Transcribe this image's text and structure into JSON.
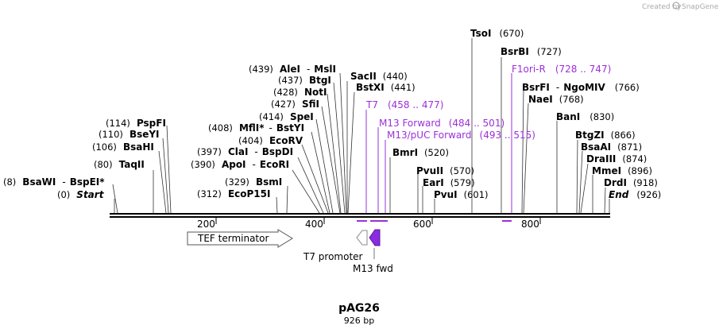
{
  "credit": {
    "text": "Created by",
    "brand": "SnapGene"
  },
  "plasmid": {
    "name": "pAG26",
    "length_label": "926 bp"
  },
  "ruler": {
    "ticks": [
      "200",
      "400",
      "600",
      "800"
    ]
  },
  "sites": [
    {
      "name": "Start",
      "pos": "(0)",
      "ital": true
    },
    {
      "name": "BsaWI",
      "pos": "(8)",
      "extra": "BspEI",
      "star": true
    },
    {
      "name": "TaqII",
      "pos": "(80)"
    },
    {
      "name": "BsaHI",
      "pos": "(106)"
    },
    {
      "name": "BseYI",
      "pos": "(110)"
    },
    {
      "name": "PspFI",
      "pos": "(114)"
    },
    {
      "name": "EcoP15I",
      "pos": "(312)"
    },
    {
      "name": "BsmI",
      "pos": "(329)"
    },
    {
      "name": "ApoI",
      "pos": "(390)",
      "extra": "EcoRI"
    },
    {
      "name": "ClaI",
      "pos": "(397)",
      "extra": "BspDI"
    },
    {
      "name": "EcoRV",
      "pos": "(404)"
    },
    {
      "name": "MflI",
      "pos": "(408)",
      "star": true,
      "extra": "BstYI"
    },
    {
      "name": "SpeI",
      "pos": "(414)"
    },
    {
      "name": "SfiI",
      "pos": "(427)"
    },
    {
      "name": "NotI",
      "pos": "(428)"
    },
    {
      "name": "BtgI",
      "pos": "(437)"
    },
    {
      "name": "AleI",
      "pos": "(439)",
      "extra": "MslI"
    },
    {
      "name": "SacII",
      "pos": "(440)"
    },
    {
      "name": "BstXI",
      "pos": "(441)"
    },
    {
      "name": "BmrI",
      "pos": "(520)"
    },
    {
      "name": "PvuII",
      "pos": "(570)"
    },
    {
      "name": "EarI",
      "pos": "(579)"
    },
    {
      "name": "PvuI",
      "pos": "(601)"
    },
    {
      "name": "TsoI",
      "pos": "(670)"
    },
    {
      "name": "BsrBI",
      "pos": "(727)"
    },
    {
      "name": "BsrFI",
      "pos": "(766)",
      "extra": "NgoMIV"
    },
    {
      "name": "NaeI",
      "pos": "(768)"
    },
    {
      "name": "BanI",
      "pos": "(830)"
    },
    {
      "name": "BtgZI",
      "pos": "(866)"
    },
    {
      "name": "BsaAI",
      "pos": "(871)"
    },
    {
      "name": "DraIII",
      "pos": "(874)"
    },
    {
      "name": "MmeI",
      "pos": "(896)"
    },
    {
      "name": "DrdI",
      "pos": "(918)"
    },
    {
      "name": "End",
      "pos": "(926)",
      "ital": true
    }
  ],
  "primers": [
    {
      "name": "T7",
      "range": "(458 .. 477)"
    },
    {
      "name": "M13 Forward",
      "range": "(484 .. 501)"
    },
    {
      "name": "M13/pUC Forward",
      "range": "(493 .. 515)"
    },
    {
      "name": "F1ori-R",
      "range": "(728 .. 747)"
    }
  ],
  "features": [
    {
      "name": "TEF terminator"
    },
    {
      "name": "T7 promoter"
    },
    {
      "name": "M13 fwd"
    }
  ],
  "colors": {
    "primer": "#9b30d9",
    "m13_feature": "#8a2be2",
    "text": "#000000"
  }
}
